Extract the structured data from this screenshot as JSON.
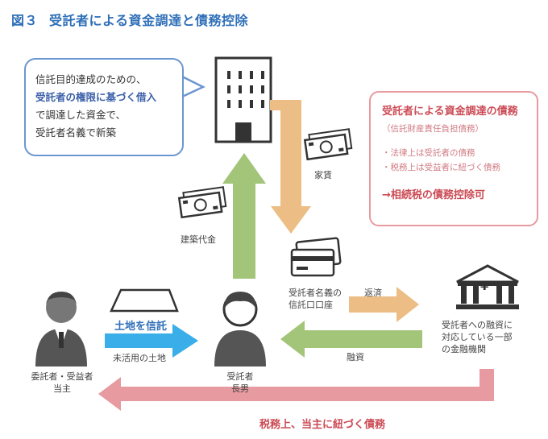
{
  "title": {
    "number": "図３",
    "text": "受託者による資金調達と債務控除"
  },
  "bubble": {
    "line1": "信託目的達成のための、",
    "line2": "受託者の権限に基づく借入",
    "line3": "で調達した資金で、",
    "line4": "受託者名義で新築"
  },
  "debt_box": {
    "title": "受託者による資金調達の債務",
    "subtitle": "（信託財産責任負担債務）",
    "item1": "・法律上は受託者の債務",
    "item2": "・税務上は受益者に紐づく債務",
    "conclusion": "→相続税の債務控除可"
  },
  "labels": {
    "rent": "家賃",
    "construction": "建築代金",
    "account_line1": "受託者名義の",
    "account_line2": "信託口口座",
    "repayment": "返済",
    "loan": "融資",
    "bank_line1": "受託者への融資に",
    "bank_line2": "対応している一部",
    "bank_line3": "の金融機関",
    "land_trust": "土地を信託",
    "unused_land": "未活用の土地",
    "settlor_line1": "委託者・受益者",
    "settlor_line2": "当主",
    "trustee_line1": "受託者",
    "trustee_line2": "長男",
    "tax_debt": "税務上、当主に紐づく債務",
    "bank_yen": "¥"
  },
  "colors": {
    "blue": "#2f6fb8",
    "bubble_border": "#6b96d0",
    "orange": "#ecbd84",
    "green": "#a3c57a",
    "red": "#e79aa0",
    "red_text": "#cc4b55",
    "sky": "#3aaee8",
    "gray": "#555555"
  }
}
